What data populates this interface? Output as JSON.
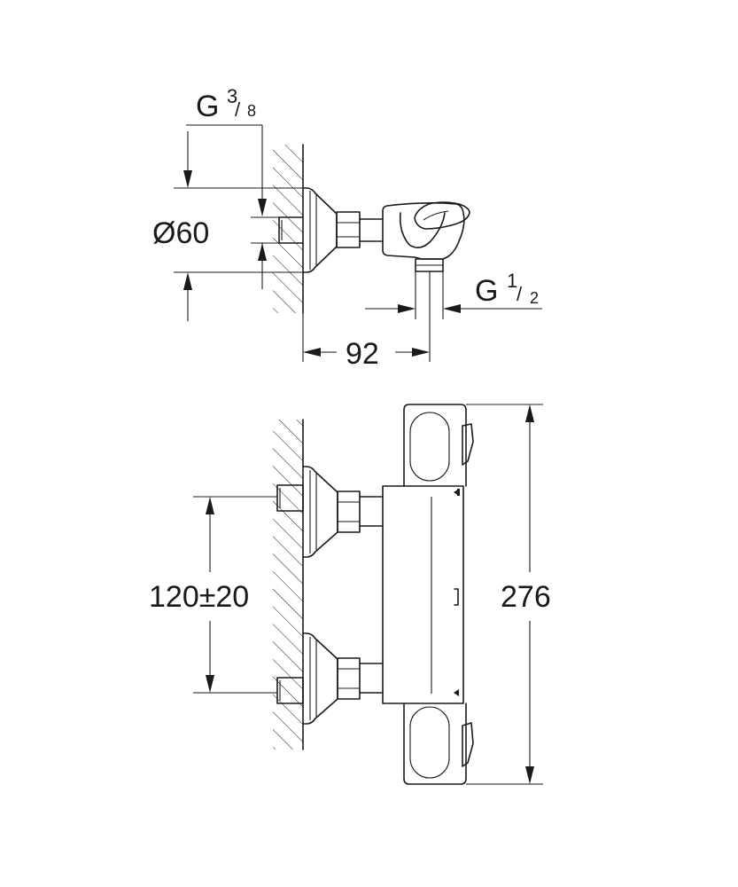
{
  "side_view": {
    "inlet_thread": {
      "prefix": "G",
      "numerator": "3",
      "denominator": "8"
    },
    "flange_diameter": "Ø60",
    "outlet_thread": {
      "prefix": "G",
      "numerator": "1",
      "denominator": "2"
    },
    "projection": "92"
  },
  "front_view": {
    "inlet_spacing": "120±20",
    "total_height": "276"
  }
}
